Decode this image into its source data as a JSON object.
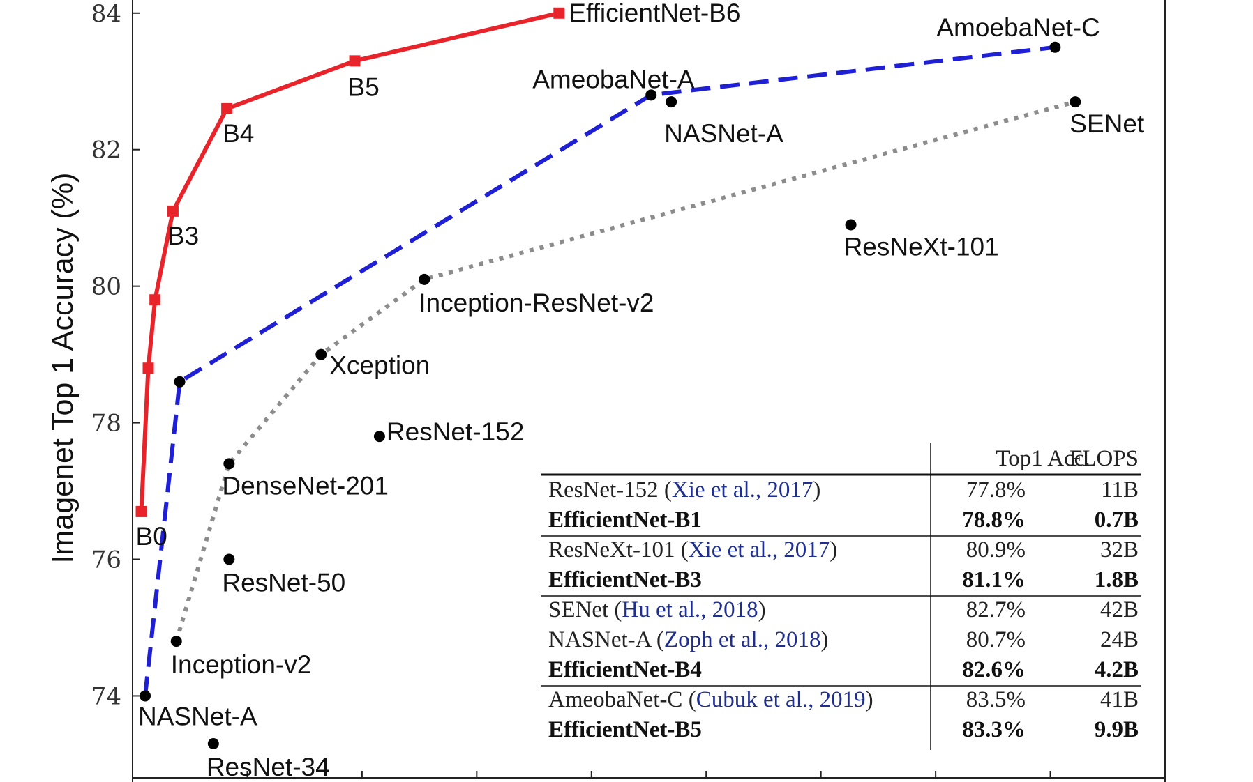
{
  "chart_data": {
    "type": "scatter",
    "title": "",
    "xlabel": "",
    "ylabel": "Imagenet Top 1 Accuracy (%)",
    "y_ticks": [
      "74",
      "76",
      "78",
      "80",
      "82",
      "84"
    ],
    "ylim": [
      72.8,
      84.6
    ],
    "grid": false,
    "series": [
      {
        "key": "efficientnet",
        "color": "#e8242a",
        "line": "solid",
        "marker": "square",
        "points": [
          {
            "x": 0.39,
            "y": 76.7,
            "label": "B0"
          },
          {
            "x": 0.7,
            "y": 78.8,
            "label": ""
          },
          {
            "x": 1.0,
            "y": 79.8,
            "label": ""
          },
          {
            "x": 1.8,
            "y": 81.1,
            "label": "B3"
          },
          {
            "x": 4.2,
            "y": 82.6,
            "label": "B4"
          },
          {
            "x": 9.9,
            "y": 83.3,
            "label": "B5"
          },
          {
            "x": 19.0,
            "y": 84.0,
            "label": "EfficientNet-B6"
          }
        ]
      },
      {
        "key": "nas",
        "color": "#1f1fd6",
        "line": "dashed",
        "marker": "circle",
        "points": [
          {
            "x": 0.56,
            "y": 74.0,
            "label": "NASNet-A"
          },
          {
            "x": 2.1,
            "y": 78.6,
            "label": ""
          },
          {
            "x": 23.1,
            "y": 82.8,
            "label": "AmeobaNet-A"
          },
          {
            "x": 41.1,
            "y": 83.5,
            "label": "AmoebaNet-C"
          }
        ]
      },
      {
        "key": "handcrafted",
        "color": "#8c8c8c",
        "line": "dotted",
        "marker": "circle",
        "points": [
          {
            "x": 1.95,
            "y": 74.8,
            "label": "Inception-v2"
          },
          {
            "x": 4.3,
            "y": 77.4,
            "label": "DenseNet-201"
          },
          {
            "x": 8.4,
            "y": 79.0,
            "label": "Xception"
          },
          {
            "x": 13.0,
            "y": 80.1,
            "label": "Inception-ResNet-v2"
          },
          {
            "x": 42.0,
            "y": 82.7,
            "label": "SENet"
          }
        ]
      },
      {
        "key": "others",
        "color": "#000000",
        "line": "none",
        "marker": "circle",
        "points": [
          {
            "x": 4.3,
            "y": 76.0,
            "label": "ResNet-50"
          },
          {
            "x": 3.6,
            "y": 73.3,
            "label": "ResNet-34"
          },
          {
            "x": 11.0,
            "y": 77.8,
            "label": "ResNet-152"
          },
          {
            "x": 24.0,
            "y": 82.7,
            "label": "NASNet-A"
          },
          {
            "x": 32.0,
            "y": 80.9,
            "label": "ResNeXt-101"
          }
        ]
      }
    ]
  },
  "table": {
    "headers": [
      "Top1 Acc.",
      "FLOPS"
    ],
    "groups": [
      {
        "rows": [
          {
            "model": "ResNet-152",
            "cite": "Xie et al., 2017",
            "acc": "77.8%",
            "flops": "11B",
            "bold": false
          },
          {
            "model": "EfficientNet-B1",
            "cite": "",
            "acc": "78.8%",
            "flops": "0.7B",
            "bold": true
          }
        ]
      },
      {
        "rows": [
          {
            "model": "ResNeXt-101",
            "cite": "Xie et al., 2017",
            "acc": "80.9%",
            "flops": "32B",
            "bold": false
          },
          {
            "model": "EfficientNet-B3",
            "cite": "",
            "acc": "81.1%",
            "flops": "1.8B",
            "bold": true
          }
        ]
      },
      {
        "rows": [
          {
            "model": "SENet",
            "cite": "Hu et al., 2018",
            "acc": "82.7%",
            "flops": "42B",
            "bold": false
          },
          {
            "model": "NASNet-A",
            "cite": "Zoph et al., 2018",
            "acc": "80.7%",
            "flops": "24B",
            "bold": false
          },
          {
            "model": "EfficientNet-B4",
            "cite": "",
            "acc": "82.6%",
            "flops": "4.2B",
            "bold": true
          }
        ]
      },
      {
        "rows": [
          {
            "model": "AmeobaNet-C",
            "cite": "Cubuk et al., 2019",
            "acc": "83.5%",
            "flops": "41B",
            "bold": false
          },
          {
            "model": "EfficientNet-B5",
            "cite": "",
            "acc": "83.3%",
            "flops": "9.9B",
            "bold": true
          }
        ]
      }
    ]
  }
}
